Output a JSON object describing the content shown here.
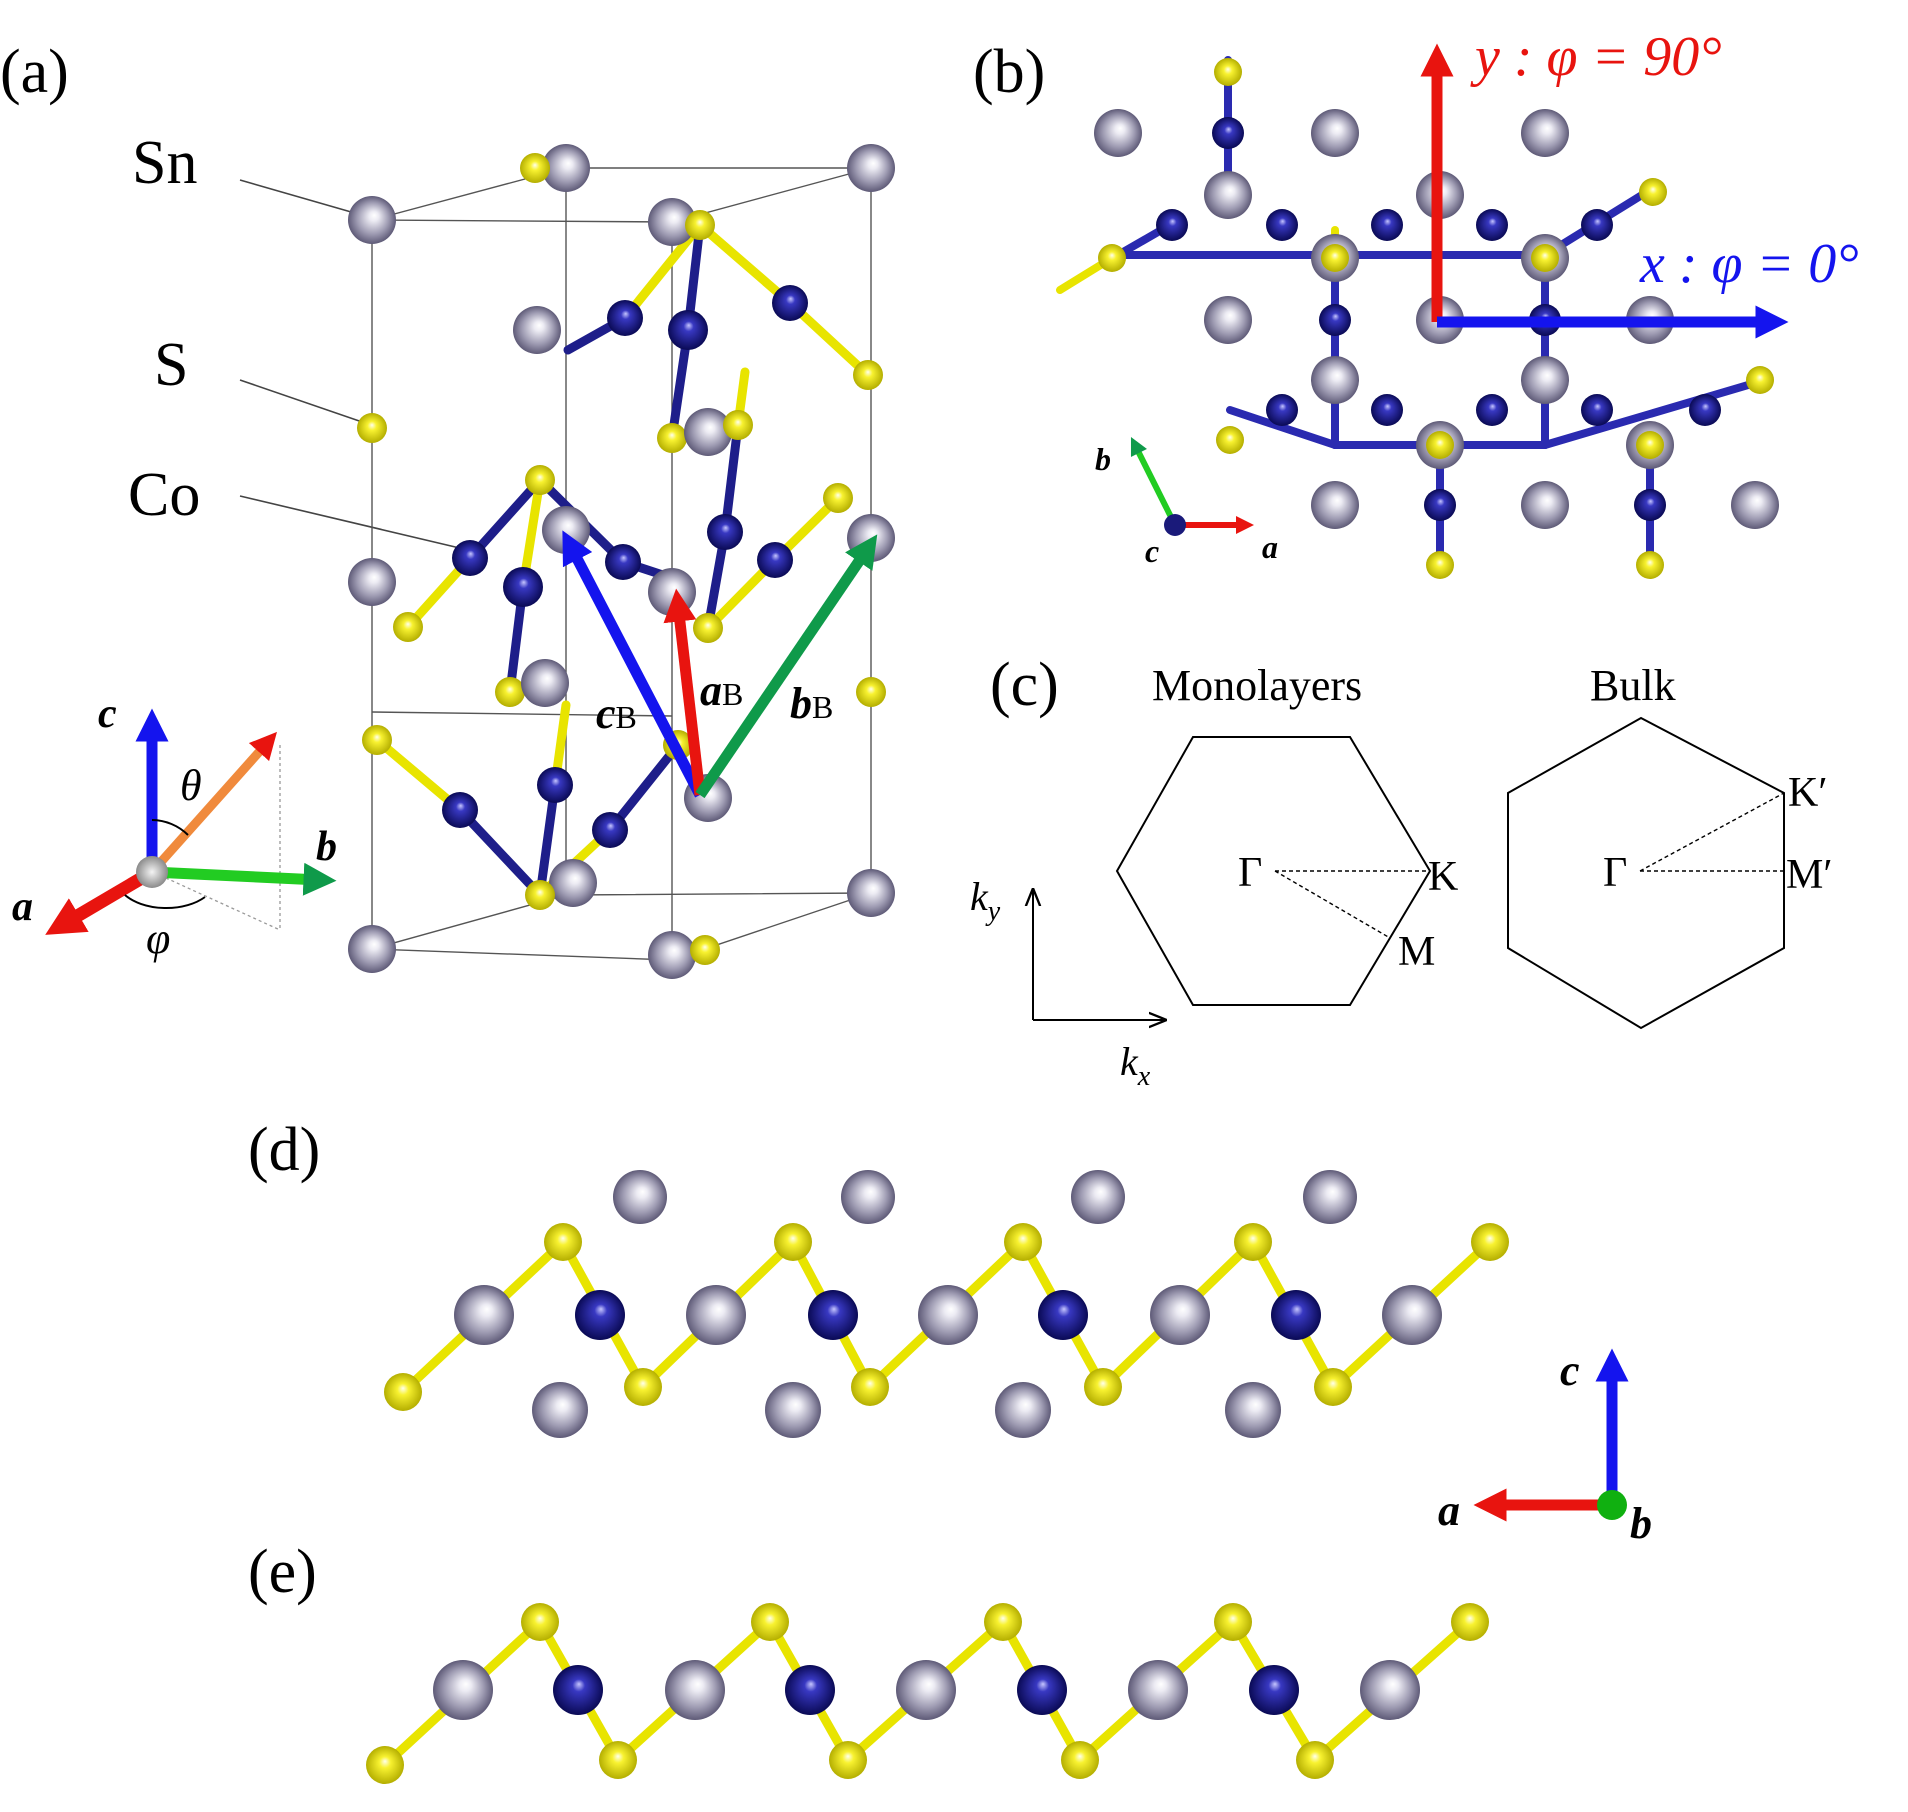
{
  "panels": {
    "a": "(a)",
    "b": "(b)",
    "c": "(c)",
    "d": "(d)",
    "e": "(e)"
  },
  "elements": {
    "sn": "Sn",
    "s": "S",
    "co": "Co"
  },
  "lattice_vectors": {
    "aB": "a",
    "bB": "b",
    "cB": "c",
    "sub": "B"
  },
  "axes": {
    "a": "a",
    "b": "b",
    "c": "c",
    "theta": "θ",
    "phi": "φ"
  },
  "directions": {
    "y": "y : φ = 90°",
    "x": "x : φ = 0°"
  },
  "brillouin": {
    "mono_title": "Monolayers",
    "bulk_title": "Bulk",
    "gamma": "Γ",
    "K": "K",
    "M": "M",
    "Kp": "K′",
    "Mp": "M′",
    "kx": "k",
    "kx_sub": "x",
    "ky": "k",
    "ky_sub": "y"
  },
  "colors": {
    "sn": "#9a97b0",
    "co": "#23238f",
    "s": "#f1ec1a",
    "red": "#e8140f",
    "blue": "#1414ee",
    "green": "#0f9a4a",
    "orange": "#f08a3c"
  }
}
